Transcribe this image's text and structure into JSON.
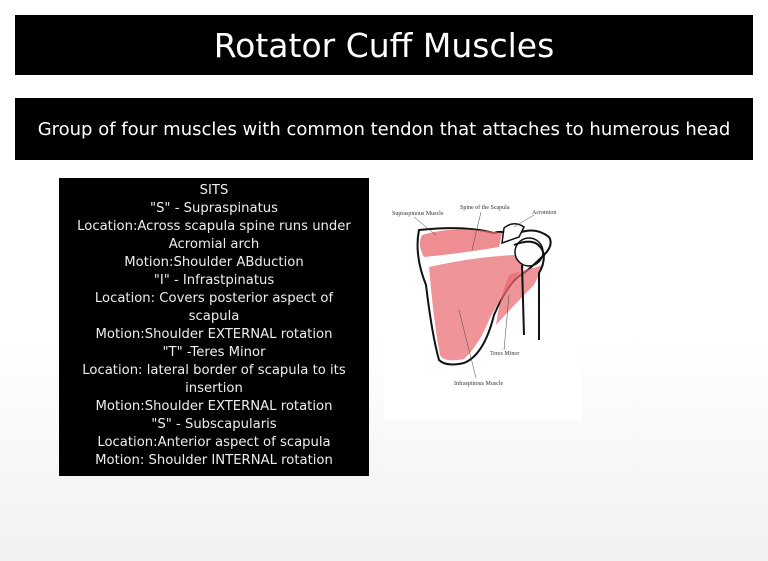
{
  "title": "Rotator Cuff Muscles",
  "subtitle": "Group of four muscles with common tendon that attaches to humerous head",
  "sits_lines": [
    "SITS",
    "\"S\" - Supraspinatus",
    "Location:Across scapula spine runs under",
    "Acromial arch",
    "Motion:Shoulder ABduction",
    "\"I\" - Infrastpinatus",
    "Location: Covers posterior aspect of",
    "scapula",
    "Motion:Shoulder EXTERNAL rotation",
    "\"T\" -Teres Minor",
    "Location: lateral border of scapula to its",
    "insertion",
    "Motion:Shoulder EXTERNAL rotation",
    "\"S\" - Subscapularis",
    "Location:Anterior aspect of scapula",
    "Motion: Shoulder INTERNAL rotation"
  ],
  "figure_labels": {
    "supraspinous": "Supraspinous Muscle",
    "spine": "Spine of the Scapula",
    "acromion": "Acromion",
    "teres_minor": "Teres Minor",
    "infraspinous": "Infraspinous Muscle"
  },
  "colors": {
    "muscle": "#e8676d",
    "box": "#000000"
  }
}
